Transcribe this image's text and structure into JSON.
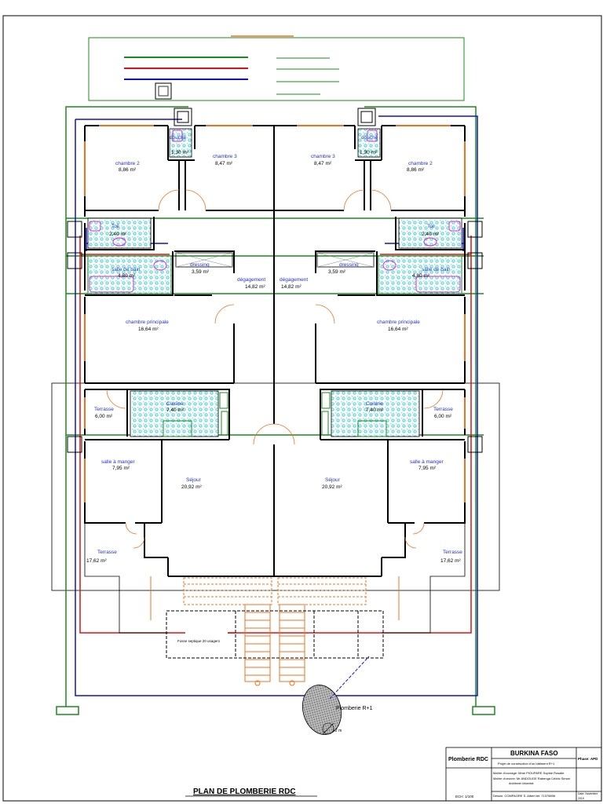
{
  "drawing": {
    "title": "PLAN DE PLOMBERIE RDC",
    "upper_floor_label": "Plomberie R+1",
    "scale_bar_label": "+2 m",
    "septic_label": "Fosse septique 20 usagers"
  },
  "rooms": {
    "left": {
      "chambre2": {
        "name": "chambre 2",
        "area": "8,86 m²"
      },
      "chambre3": {
        "name": "chambre 3",
        "area": "8,47 m²"
      },
      "douche": {
        "name": "douche",
        "area": "1,30 m²"
      },
      "toil": {
        "name": "Toil",
        "area": "2,40 m²"
      },
      "sdb": {
        "name": "salle de bain",
        "area": "4,80 m²"
      },
      "dressing": {
        "name": "dressing",
        "area": "3,59 m²"
      },
      "degagement": {
        "name": "dégagement",
        "area": "14,82 m²"
      },
      "chambre_principale": {
        "name": "chambre principale",
        "area": "16,64 m²"
      },
      "terrasse_haut": {
        "name": "Terrasse",
        "area": "6,00 m²"
      },
      "cuisine": {
        "name": "Cuisine",
        "area": "7,40 m²"
      },
      "salle_manger": {
        "name": "salle à manger",
        "area": "7,95 m²"
      },
      "sejour": {
        "name": "Séjour",
        "area": "20,92 m²"
      },
      "terrasse_bas": {
        "name": "Terrasse",
        "area": "17,62 m²"
      }
    },
    "right": {
      "chambre2": {
        "name": "chambre 2",
        "area": "8,86 m²"
      },
      "chambre3": {
        "name": "chambre 3",
        "area": "8,47 m²"
      },
      "douche": {
        "name": "douche",
        "area": "1,30 m²"
      },
      "toil": {
        "name": "Toil",
        "area": "2,40 m²"
      },
      "sdb": {
        "name": "salle de bain",
        "area": "4,80 m²"
      },
      "dressing": {
        "name": "dressing",
        "area": "3,59 m²"
      },
      "degagement": {
        "name": "dégagement",
        "area": "14,82 m²"
      },
      "chambre_principale": {
        "name": "chambre principale",
        "area": "16,64 m²"
      },
      "terrasse_haut": {
        "name": "Terrasse",
        "area": "6,00 m²"
      },
      "cuisine": {
        "name": "Cuisine",
        "area": "7,40 m²"
      },
      "salle_manger": {
        "name": "salle à manger",
        "area": "7,95 m²"
      },
      "sejour": {
        "name": "Séjour",
        "area": "20,92 m²"
      },
      "terrasse_bas": {
        "name": "Terrasse",
        "area": "17,62 m²"
      }
    }
  },
  "title_block": {
    "sheet": "Plomberie RDC",
    "country": "BURKINA FASO",
    "project": "Projet de construction d'un bâtiment R+1",
    "phase": "Phase: APD",
    "owner": "Maître d'ouvrage: Mme PIOUPARE Sophie Rosalie",
    "architect": "Maître d'oeuvre: Mr ANDOUGE Rabenga Cédric Simon",
    "architect_role": "Architecte Urbaniste",
    "scale": "ECH: 1/100",
    "designer": "Dessin: COMPAORE S. Albert  tel: 71379896",
    "date_label": "Date: Novembre",
    "date_year": "2019"
  },
  "colors": {
    "wall": "#000000",
    "water_supply_green": "#1a8c1a",
    "hot_water_red": "#e01010",
    "drain_blue": "#1010cc",
    "doors_orange": "#f07020",
    "fixture_magenta": "#e020e0",
    "tile_cyan": "#20c8c8"
  },
  "legend": {
    "lines": [
      "green",
      "red",
      "blue"
    ]
  }
}
